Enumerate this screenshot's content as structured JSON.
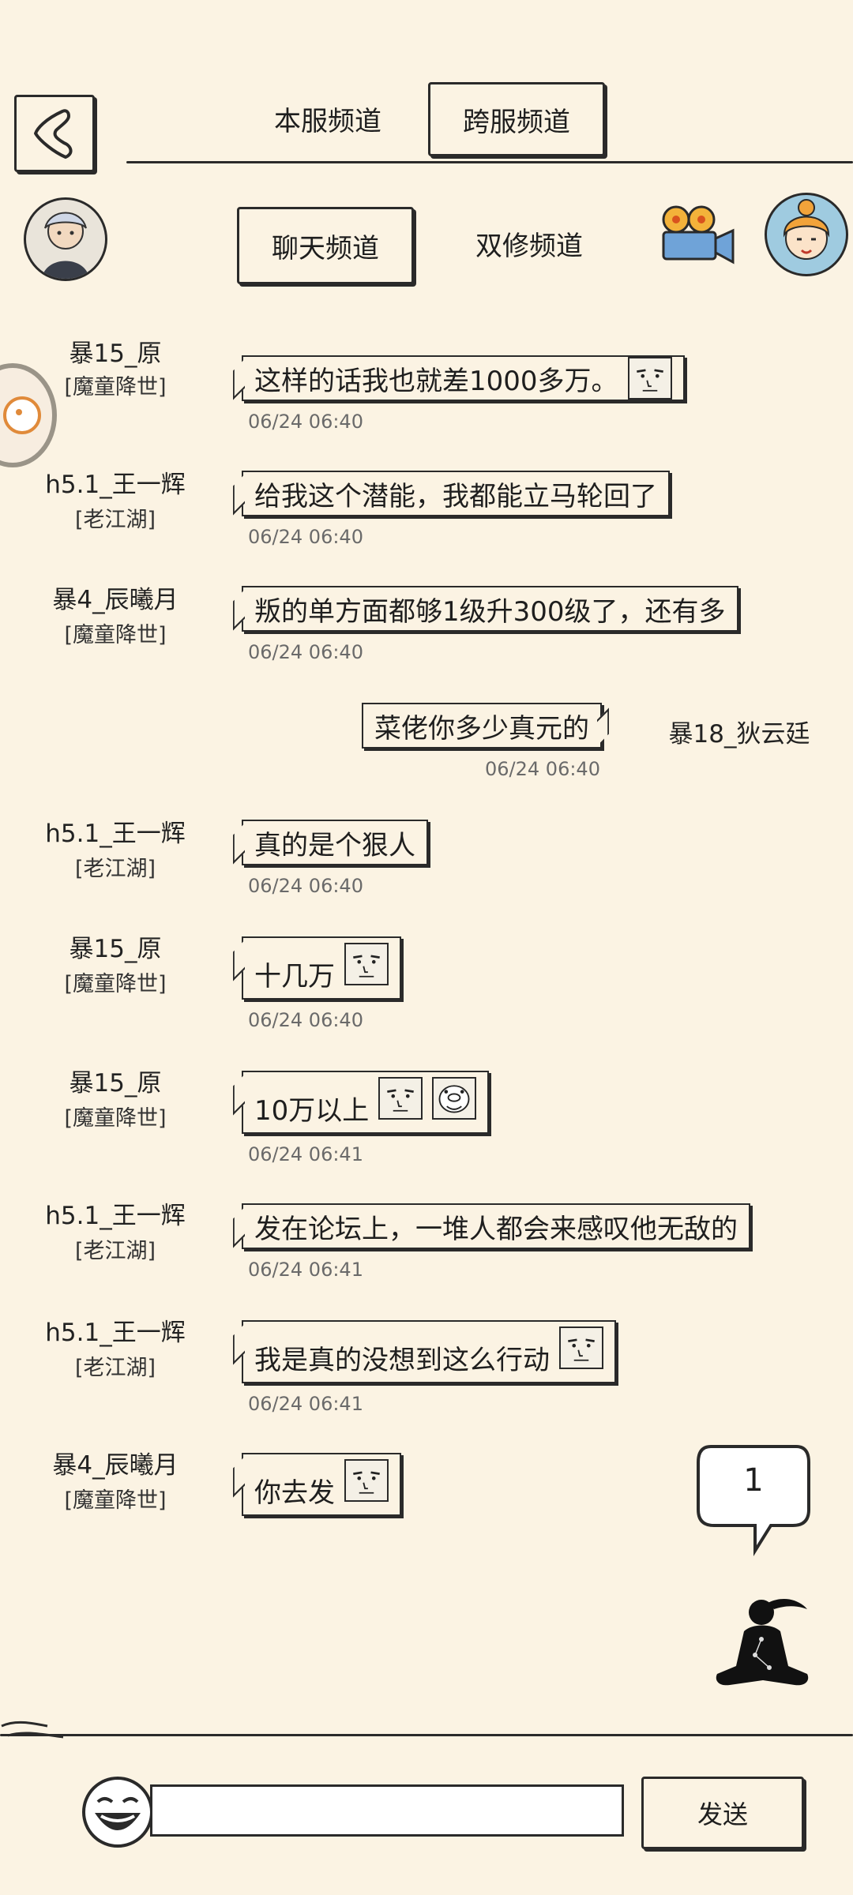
{
  "top_tabs": [
    "本服频道",
    "跨服频道"
  ],
  "sub_tabs": [
    "聊天频道",
    "双修频道"
  ],
  "messages": [
    {
      "name": "暴15_原",
      "guild": "[魔童降世]",
      "text": "这样的话我也就差1000多万。",
      "time": "06/24 06:40"
    },
    {
      "name": "h5.1_王一辉",
      "guild": "[老江湖]",
      "text": "给我这个潜能，我都能立马轮回了",
      "time": "06/24 06:40"
    },
    {
      "name": "暴4_辰曦月",
      "guild": "[魔童降世]",
      "text": "叛的单方面都够1级升300级了，还有多",
      "time": "06/24 06:40"
    },
    {
      "name": "暴18_狄云廷",
      "guild": "",
      "text": "菜佬你多少真元的",
      "time": "06/24 06:40"
    },
    {
      "name": "h5.1_王一辉",
      "guild": "[老江湖]",
      "text": "真的是个狠人",
      "time": "06/24 06:40"
    },
    {
      "name": "暴15_原",
      "guild": "[魔童降世]",
      "text": "十几万",
      "time": "06/24 06:40"
    },
    {
      "name": "暴15_原",
      "guild": "[魔童降世]",
      "text": "10万以上",
      "time": "06/24 06:41"
    },
    {
      "name": "h5.1_王一辉",
      "guild": "[老江湖]",
      "text": "发在论坛上，一堆人都会来感叹他无敌的",
      "time": "06/24 06:41"
    },
    {
      "name": "h5.1_王一辉",
      "guild": "[老江湖]",
      "text": "我是真的没想到这么行动",
      "time": "06/24 06:41"
    },
    {
      "name": "暴4_辰曦月",
      "guild": "[魔童降世]",
      "text": "你去发",
      "time": ""
    }
  ],
  "unread_badge": "1",
  "send_label": "发送",
  "input_value": "",
  "icons": [
    "back-icon",
    "avatar-self-icon",
    "video-camera-icon",
    "avatar-girl-icon",
    "meditation-figure-icon",
    "emoji-face-icon"
  ]
}
